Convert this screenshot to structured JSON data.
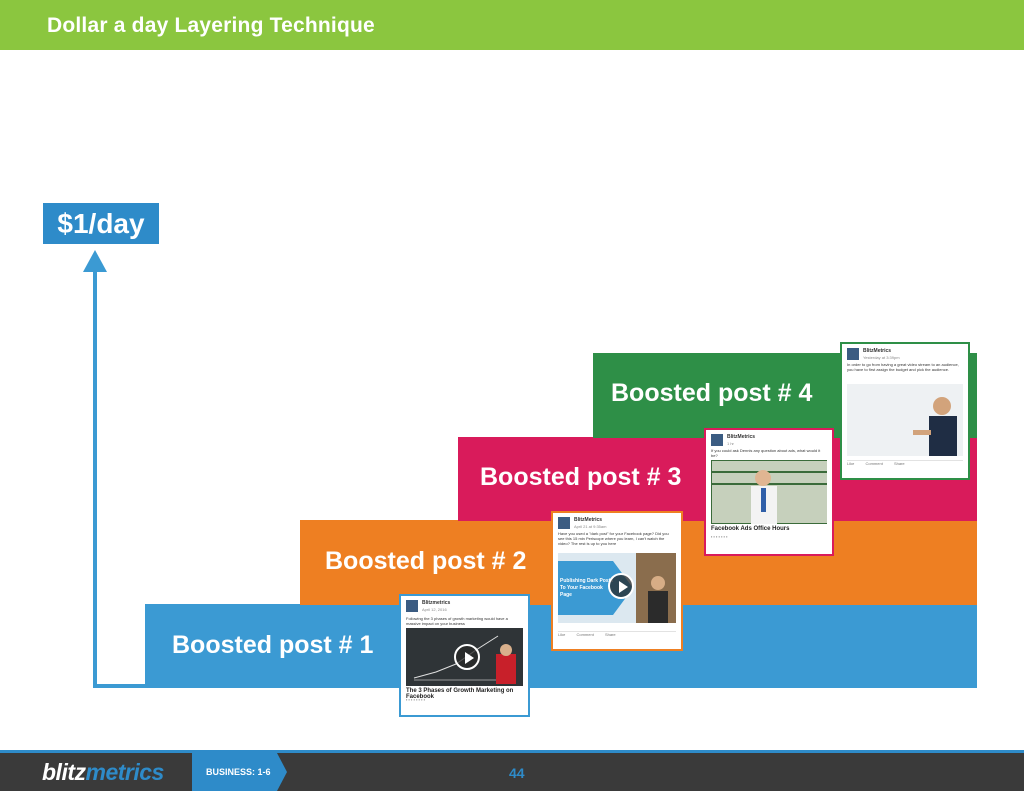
{
  "header": {
    "title": "Dollar a day Layering Technique",
    "color": "#8bc63f"
  },
  "budget": {
    "label": "$1/day",
    "color": "#2e8bc9"
  },
  "bands": [
    {
      "label": "Boosted post # 1",
      "color": "#3b9ad3"
    },
    {
      "label": "Boosted post # 2",
      "color": "#ee7f22"
    },
    {
      "label": "Boosted post # 3",
      "color": "#d91b5b"
    },
    {
      "label": "Boosted post # 4",
      "color": "#2e8f47"
    }
  ],
  "cards": [
    {
      "page": "Blitzmetrics",
      "date": "April 12, 2016",
      "text": "Following the 3 phases of growth marketing would have a massive impact on your business",
      "caption": "The 3 Phases of Growth Marketing on Facebook",
      "border": "#3b9ad3"
    },
    {
      "page": "BlitzMetrics",
      "date": "April 21 at 9:35am",
      "text": "Have you used a \"dark post\" for your Facebook page? Did you see this 15 min Periscope where you learn, I can't watch the video? The rest is up to you here",
      "caption": "Publishing Dark Posts To Your Facebook Page",
      "border": "#ee7f22"
    },
    {
      "page": "BlitzMetrics",
      "date": "1 hr",
      "text": "If you could ask Dennis any question about ads, what would it be?",
      "caption": "Facebook Ads Office Hours",
      "border": "#d91b5b"
    },
    {
      "page": "BlitzMetrics",
      "date": "Yesterday at 3:39pm",
      "text": "In order to go from having a great video stream to an audience, you have to first assign the budget and pick the audience.",
      "caption": "",
      "border": "#2e8f47"
    }
  ],
  "card_actions": {
    "like": "Like",
    "comment": "Comment",
    "share": "Share"
  },
  "footer": {
    "logo_part1": "blitz",
    "logo_part2": "metrics",
    "section": "BUSINESS: 1-6",
    "page": "44",
    "accent": "#2e8bc9"
  }
}
